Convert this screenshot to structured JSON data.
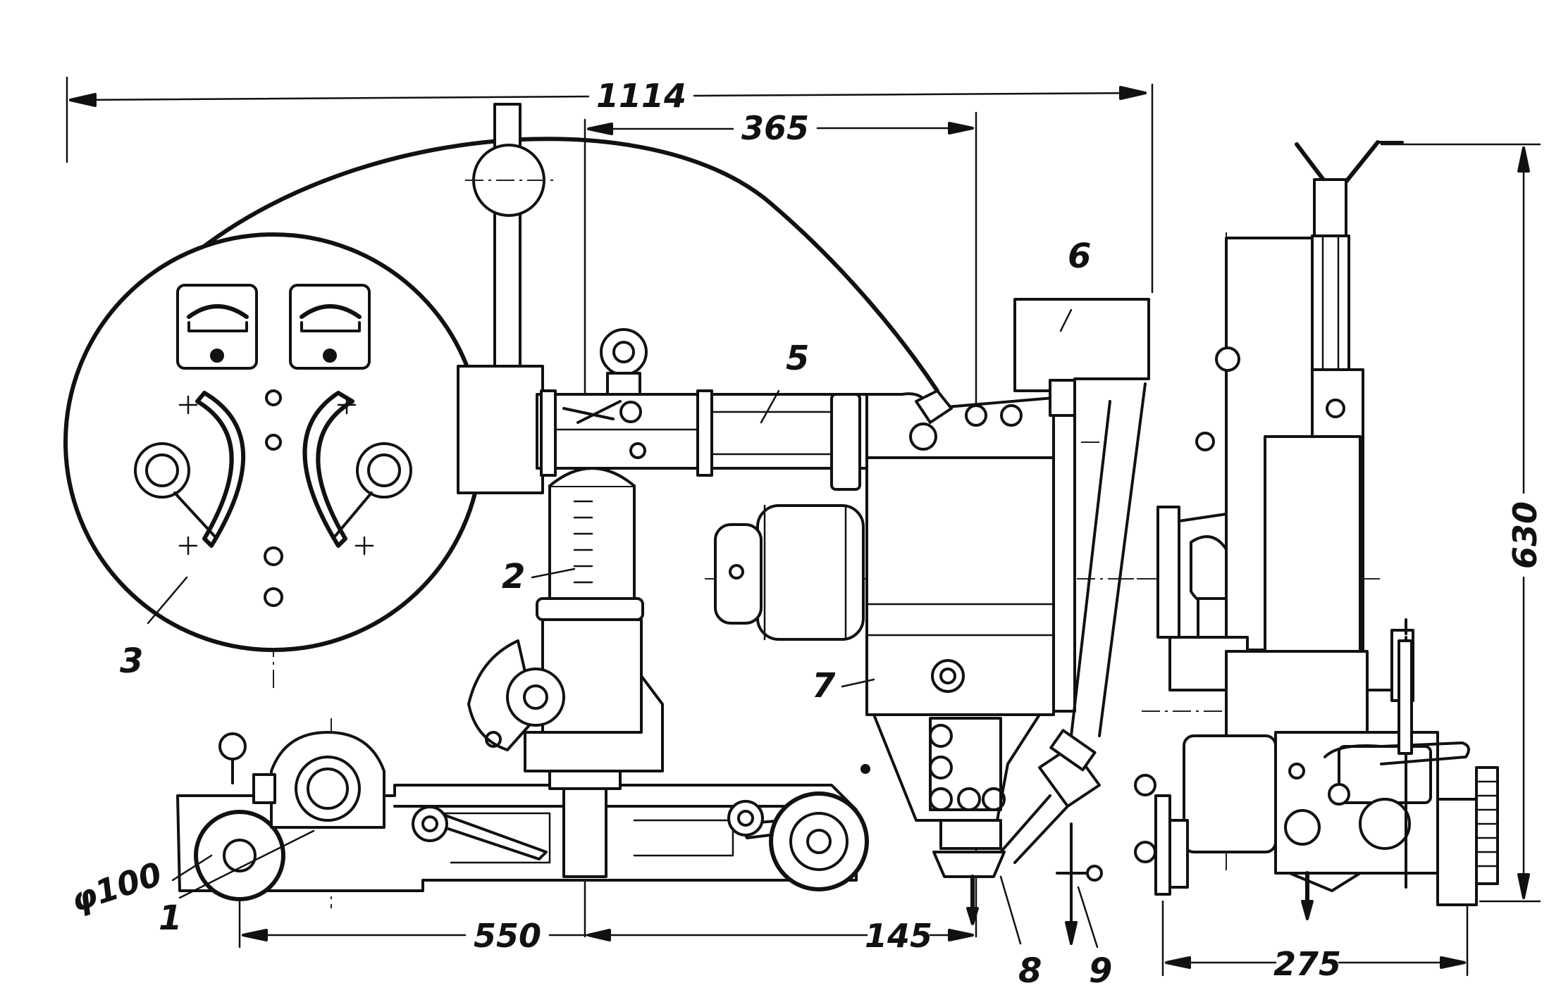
{
  "dimensions": {
    "overall_length": "1114",
    "head_offset": "365",
    "wheelbase": "550",
    "nozzle_offset": "145",
    "side_width": "275",
    "height": "630",
    "wheel_diameter": "φ100"
  },
  "part_labels": [
    "1",
    "2",
    "3",
    "5",
    "6",
    "7",
    "8",
    "9"
  ]
}
